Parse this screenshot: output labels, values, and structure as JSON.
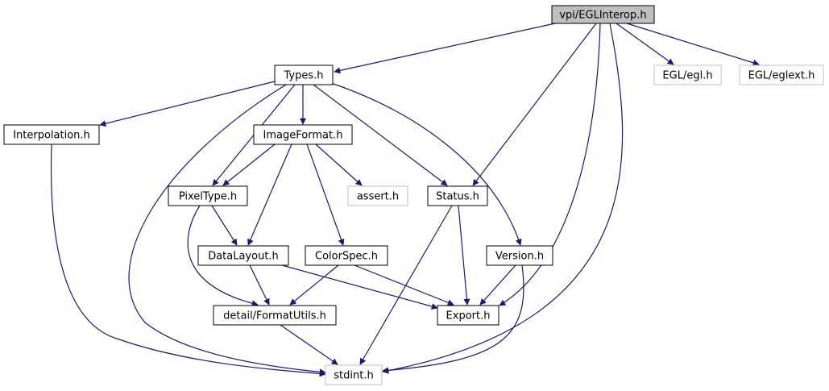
{
  "colors": {
    "edge": "#191970",
    "root_fill": "#bfbfbf",
    "node_border": "#000000",
    "external_border": "#bfbfbf",
    "node_fill": "#ffffff"
  },
  "nodes": [
    {
      "id": "vpi_eglinterop",
      "label": "vpi/EGLInterop.h",
      "kind": "root"
    },
    {
      "id": "types",
      "label": "Types.h",
      "kind": "local"
    },
    {
      "id": "egl",
      "label": "EGL/egl.h",
      "kind": "external"
    },
    {
      "id": "eglext",
      "label": "EGL/eglext.h",
      "kind": "external"
    },
    {
      "id": "interpolation",
      "label": "Interpolation.h",
      "kind": "local"
    },
    {
      "id": "imageformat",
      "label": "ImageFormat.h",
      "kind": "local"
    },
    {
      "id": "pixeltype",
      "label": "PixelType.h",
      "kind": "local"
    },
    {
      "id": "assert",
      "label": "assert.h",
      "kind": "external"
    },
    {
      "id": "status",
      "label": "Status.h",
      "kind": "local"
    },
    {
      "id": "datalayout",
      "label": "DataLayout.h",
      "kind": "local"
    },
    {
      "id": "colorspec",
      "label": "ColorSpec.h",
      "kind": "local"
    },
    {
      "id": "version",
      "label": "Version.h",
      "kind": "local"
    },
    {
      "id": "formatutils",
      "label": "detail/FormatUtils.h",
      "kind": "local"
    },
    {
      "id": "export",
      "label": "Export.h",
      "kind": "local"
    },
    {
      "id": "stdint",
      "label": "stdint.h",
      "kind": "external"
    }
  ],
  "edges": [
    {
      "from": "vpi_eglinterop",
      "to": "types"
    },
    {
      "from": "vpi_eglinterop",
      "to": "status"
    },
    {
      "from": "vpi_eglinterop",
      "to": "export"
    },
    {
      "from": "vpi_eglinterop",
      "to": "stdint"
    },
    {
      "from": "vpi_eglinterop",
      "to": "egl"
    },
    {
      "from": "vpi_eglinterop",
      "to": "eglext"
    },
    {
      "from": "types",
      "to": "interpolation"
    },
    {
      "from": "types",
      "to": "stdint"
    },
    {
      "from": "types",
      "to": "pixeltype"
    },
    {
      "from": "types",
      "to": "imageformat"
    },
    {
      "from": "types",
      "to": "status"
    },
    {
      "from": "types",
      "to": "version"
    },
    {
      "from": "interpolation",
      "to": "stdint"
    },
    {
      "from": "imageformat",
      "to": "pixeltype"
    },
    {
      "from": "imageformat",
      "to": "datalayout"
    },
    {
      "from": "imageformat",
      "to": "colorspec"
    },
    {
      "from": "imageformat",
      "to": "assert"
    },
    {
      "from": "pixeltype",
      "to": "datalayout"
    },
    {
      "from": "pixeltype",
      "to": "formatutils"
    },
    {
      "from": "status",
      "to": "export"
    },
    {
      "from": "status",
      "to": "stdint"
    },
    {
      "from": "datalayout",
      "to": "formatutils"
    },
    {
      "from": "datalayout",
      "to": "export"
    },
    {
      "from": "colorspec",
      "to": "formatutils"
    },
    {
      "from": "colorspec",
      "to": "export"
    },
    {
      "from": "version",
      "to": "export"
    },
    {
      "from": "version",
      "to": "stdint"
    },
    {
      "from": "formatutils",
      "to": "stdint"
    }
  ]
}
